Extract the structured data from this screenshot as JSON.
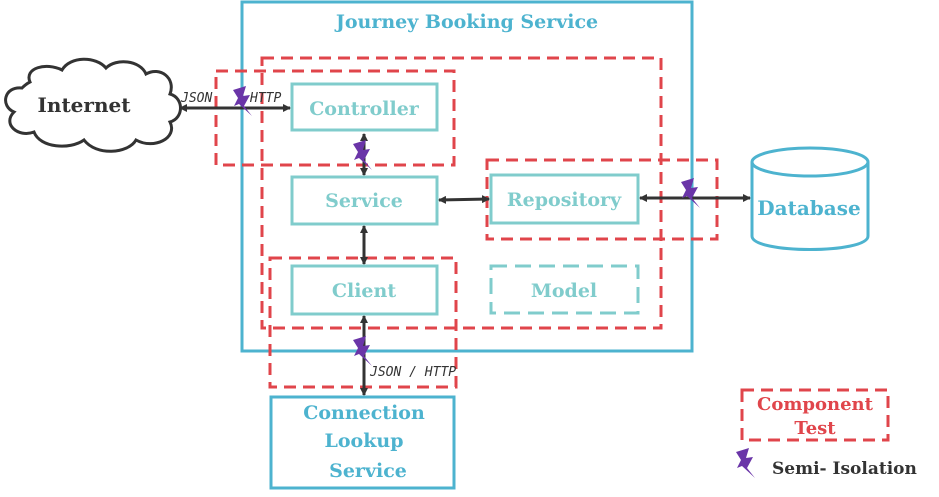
{
  "colors": {
    "service_border": "#4db3cf",
    "component_border": "#80cccc",
    "component_text": "#80cccc",
    "test_dash": "#e0454b",
    "arrow": "#333333",
    "bolt": "#6a35a8",
    "dark_text": "#333333"
  },
  "internet": {
    "label": "Internet",
    "icon": "cloud-icon"
  },
  "journey_service": {
    "title": "Journey Booking Service"
  },
  "components": {
    "controller": "Controller",
    "service": "Service",
    "repository": "Repository",
    "client": "Client",
    "model": "Model"
  },
  "database": {
    "label": "Database",
    "icon": "database-cylinder-icon"
  },
  "connection_service": {
    "line1": "Connection",
    "line2": "Lookup",
    "line3": "Service"
  },
  "protocol_labels": {
    "internet_to_controller": {
      "left": "JSON",
      "right": "HTTP"
    },
    "client_to_connection": "JSON / HTTP"
  },
  "legend": {
    "component_test_line1": "Component",
    "component_test_line2": "Test",
    "semi_isolation": "Semi- Isolation",
    "semi_isolation_icon": "lightning-bolt-icon"
  }
}
